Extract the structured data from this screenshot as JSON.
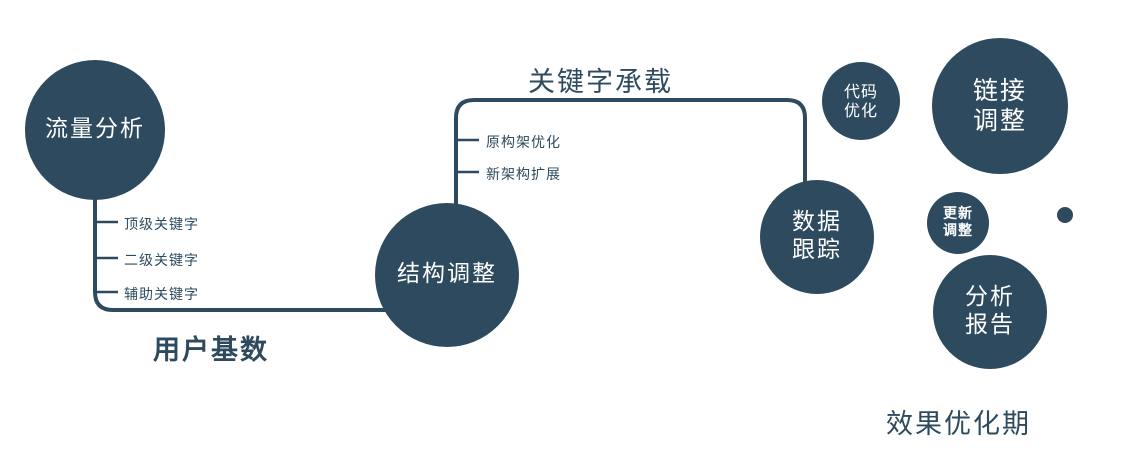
{
  "colors": {
    "accent": "#2e4a5e"
  },
  "nodes": {
    "traffic_analysis": {
      "label": "流量分析"
    },
    "structure_adjust": {
      "label": "结构调整"
    },
    "data_tracking": {
      "line1": "数据",
      "line2": "跟踪"
    },
    "code_optimization": {
      "line1": "代码",
      "line2": "优化"
    },
    "link_adjustment": {
      "line1": "链接",
      "line2": "调整"
    },
    "update_adjustment": {
      "line1": "更新",
      "line2": "调整"
    },
    "analysis_report": {
      "line1": "分析",
      "line2": "报告"
    }
  },
  "edge_labels": {
    "keyword_carrying": "关键字承载",
    "user_base": "用户基数"
  },
  "branches": {
    "traffic": {
      "items": [
        "顶级关键字",
        "二级关键字",
        "辅助关键字"
      ]
    },
    "structure": {
      "items": [
        "原构架优化",
        "新架构扩展"
      ]
    }
  },
  "caption": "效果优化期"
}
